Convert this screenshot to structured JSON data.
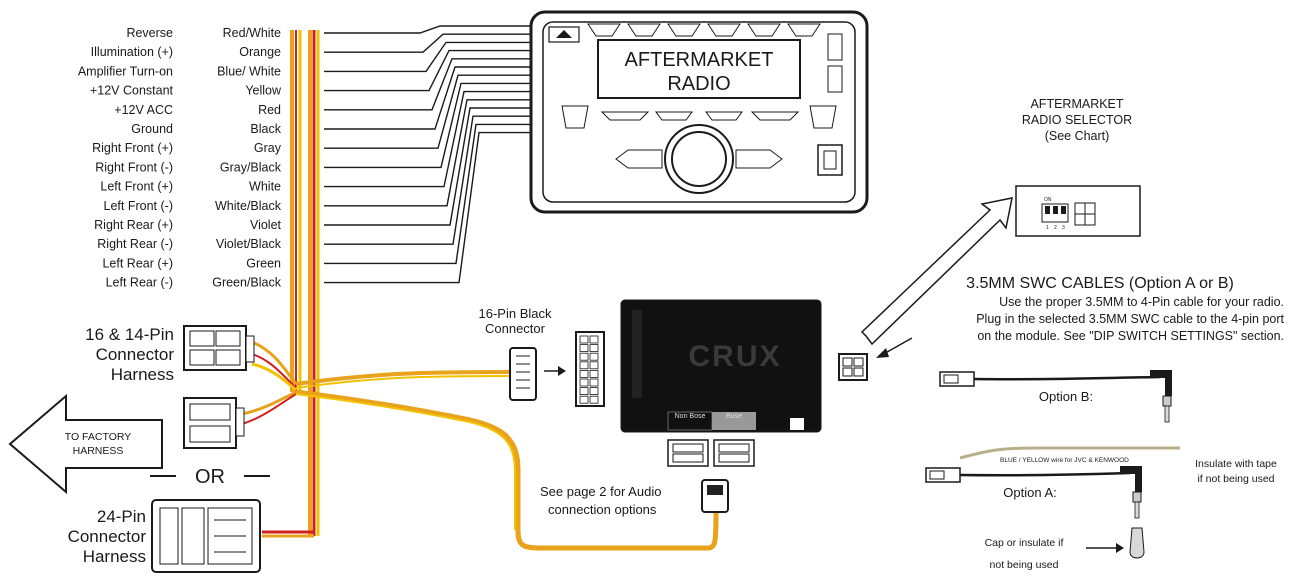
{
  "wires": [
    {
      "function": "Reverse",
      "color_name": "Red/White",
      "hex": "#e23b2e"
    },
    {
      "function": "Illumination (+)",
      "color_name": "Orange",
      "hex": "#f08a1c"
    },
    {
      "function": "Amplifier Turn-on",
      "color_name": "Blue/ White",
      "hex": "#2a6fc9"
    },
    {
      "function": "+12V Constant",
      "color_name": "Yellow",
      "hex": "#f2c200"
    },
    {
      "function": "+12V ACC",
      "color_name": "Red",
      "hex": "#d21f1f"
    },
    {
      "function": "Ground",
      "color_name": "Black",
      "hex": "#111111"
    },
    {
      "function": "Right Front (+)",
      "color_name": "Gray",
      "hex": "#8a8a8a"
    },
    {
      "function": "Right Front (-)",
      "color_name": "Gray/Black",
      "hex": "#6a6a6a"
    },
    {
      "function": "Left Front (+)",
      "color_name": "White",
      "hex": "#d9d9d9"
    },
    {
      "function": "Left Front (-)",
      "color_name": "White/Black",
      "hex": "#bdbdbd"
    },
    {
      "function": "Right Rear (+)",
      "color_name": "Violet",
      "hex": "#7a3fa6"
    },
    {
      "function": "Right Rear (-)",
      "color_name": "Violet/Black",
      "hex": "#5c2c80"
    },
    {
      "function": "Left Rear (+)",
      "color_name": "Green",
      "hex": "#2f9a3a"
    },
    {
      "function": "Left Rear (-)",
      "color_name": "Green/Black",
      "hex": "#236f2a"
    }
  ],
  "radio": {
    "line1": "AFTERMARKET",
    "line2": "RADIO"
  },
  "harness": {
    "pin16_14": [
      "16 & 14-Pin",
      "Connector",
      "Harness"
    ],
    "pin24": [
      "24-Pin",
      "Connector",
      "Harness"
    ],
    "or_label": "OR",
    "factory_arrow": [
      "TO FACTORY",
      "HARNESS"
    ]
  },
  "connector16": [
    "16-Pin Black",
    "Connector"
  ],
  "module": {
    "brand": "CRUX",
    "label_non_bose": "Non Bose",
    "label_bose": "Bose"
  },
  "audio_note": [
    "See page 2 for Audio",
    "connection options"
  ],
  "selector": {
    "title": [
      "AFTERMARKET",
      "RADIO SELECTOR"
    ],
    "subtitle": "(See Chart)",
    "dip_on": "ON",
    "dip_nums": [
      "1",
      "2",
      "3"
    ]
  },
  "swc": {
    "title": "3.5MM SWC CABLES (Option A or B)",
    "lines": [
      "Use the proper 3.5MM to 4-Pin cable for your radio.",
      "Plug in the selected 3.5MM SWC cable to the 4-pin port",
      "on the module. See \"DIP SWITCH SETTINGS\" section."
    ],
    "option_b": "Option B:",
    "option_a": "Option A:",
    "wire_label": "BLUE / YELLOW wire for JVC & KENWOOD",
    "insulate": [
      "Insulate with tape",
      "if not being used"
    ],
    "cap": [
      "Cap or insulate if",
      "not being used"
    ]
  },
  "colors": {
    "bundle_yellow": "#e8a21c",
    "bundle_red": "#d21f1f",
    "line": "#1a1a1a"
  }
}
